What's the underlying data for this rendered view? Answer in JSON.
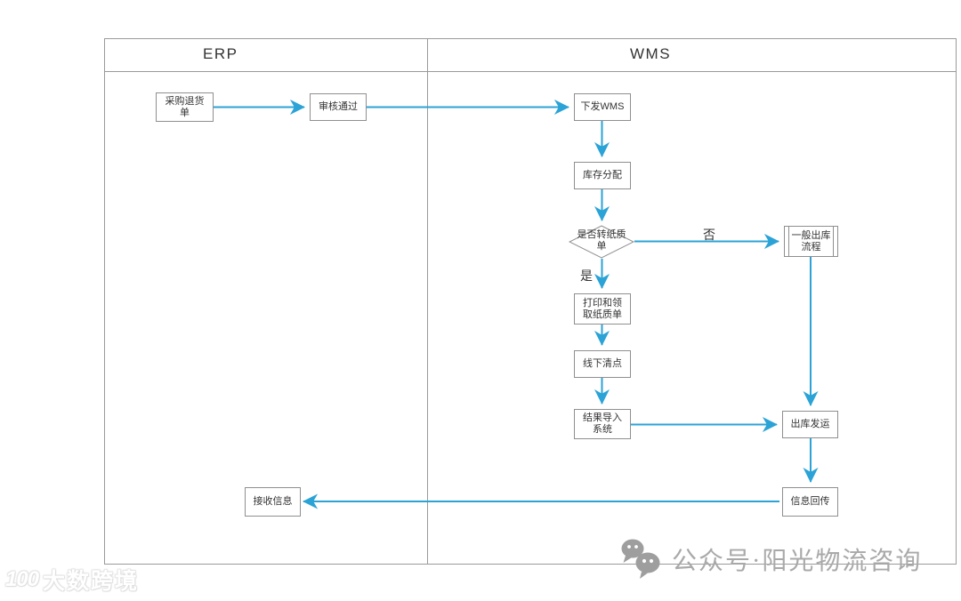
{
  "lanes": {
    "erp": "ERP",
    "wms": "WMS"
  },
  "nodes": {
    "purchase_return": "采购退货\n单",
    "audit_pass": "审核通过",
    "send_wms": "下发WMS",
    "inventory_alloc": "库存分配",
    "decision_paper": "是否转纸质\n单",
    "general_outbound": "一般出库\n流程",
    "print_paper": "打印和领\n取纸质单",
    "offline_count": "线下清点",
    "import_result": "结果导入\n系统",
    "outbound_ship": "出库发运",
    "info_return": "信息回传",
    "receive_info": "接收信息"
  },
  "edge_labels": {
    "no": "否",
    "yes": "是"
  },
  "watermark": {
    "wechat_text": "公众号·阳光物流咨询",
    "logo_mark": "100",
    "logo_text": "大数跨境"
  },
  "colors": {
    "arrow": "#2BA3D6",
    "box_border": "#8f8f8f",
    "lane_border": "#9a9a9a",
    "text": "#333333",
    "watermark_gray": "#a9a9a9"
  }
}
